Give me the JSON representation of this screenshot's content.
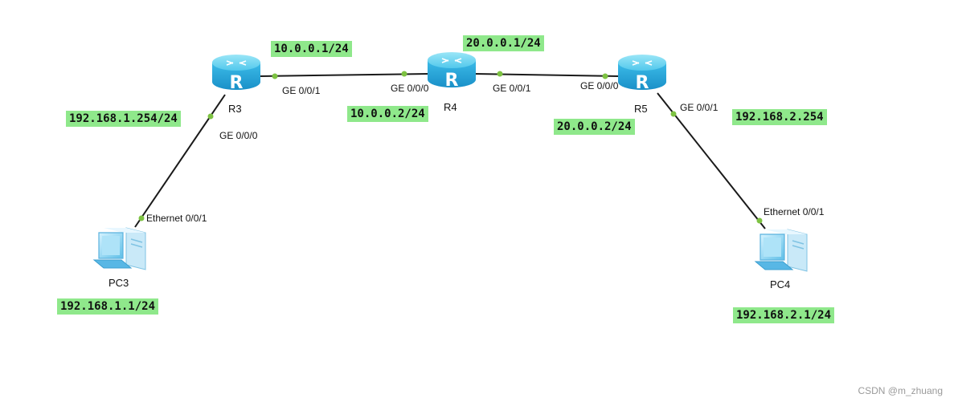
{
  "devices": {
    "r3": {
      "name": "R3"
    },
    "r4": {
      "name": "R4"
    },
    "r5": {
      "name": "R5"
    },
    "pc3": {
      "name": "PC3"
    },
    "pc4": {
      "name": "PC4"
    }
  },
  "ports": {
    "r3_ge001": "GE 0/0/1",
    "r3_ge000": "GE 0/0/0",
    "r4_ge000": "GE 0/0/0",
    "r4_ge001": "GE 0/0/1",
    "r5_ge000": "GE 0/0/0",
    "r5_ge001": "GE 0/0/1",
    "pc3_eth": "Ethernet 0/0/1",
    "pc4_eth": "Ethernet 0/0/1"
  },
  "addresses": {
    "r3_ge001": "10.0.0.1/24",
    "r4_ge000": "10.0.0.2/24",
    "r4_ge001": "20.0.0.1/24",
    "r5_ge000": "20.0.0.2/24",
    "r3_ge000": "192.168.1.254/24",
    "r5_ge001": "192.168.2.254",
    "pc3": "192.168.1.1/24",
    "pc4": "192.168.2.1/24"
  },
  "colors": {
    "label_bg": "#8fe88b",
    "link": "#1a1a1a",
    "port_dot": "#7dc242",
    "router_top": "#5fd0ef",
    "router_body": "#27a9dd"
  },
  "watermark": "CSDN @m_zhuang"
}
